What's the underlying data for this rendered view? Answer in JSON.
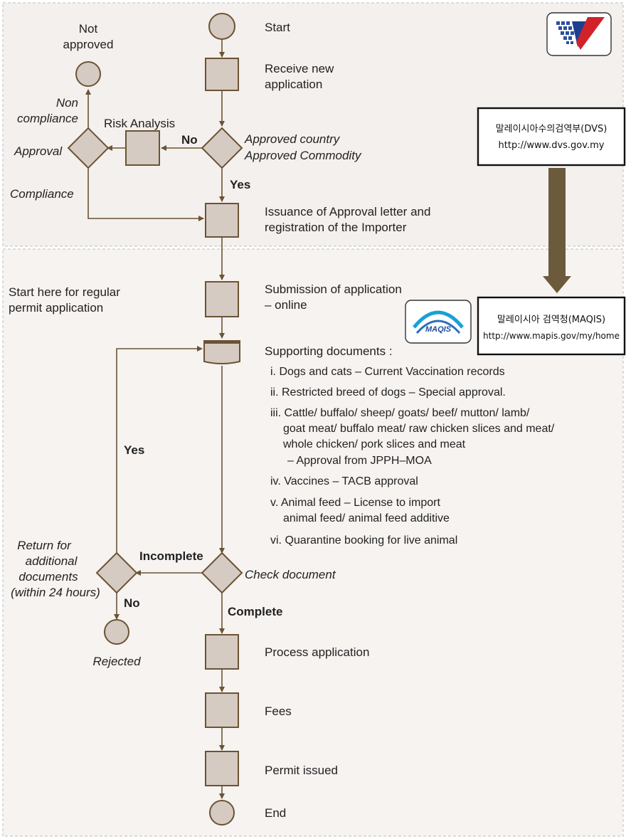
{
  "colors": {
    "node_fill": "#d6cbc2",
    "node_stroke": "#6b5335",
    "arrow": "#6b5335",
    "band_top": "#f4f0ed",
    "band_bottom": "#f6f3f1",
    "big_arrow": "#6b5a3c"
  },
  "flow": {
    "start": "Start",
    "receive": [
      "Receive new",
      "application"
    ],
    "approved_q": [
      "Approved country",
      "Approved Commodity"
    ],
    "risk": "Risk Analysis",
    "approval": "Approval",
    "not_approved": [
      "Not",
      "approved"
    ],
    "non_compliance": [
      "Non",
      "compliance"
    ],
    "compliance": "Compliance",
    "no": "No",
    "yes": "Yes",
    "issuance": [
      "Issuance of Approval letter and",
      "registration of the Importer"
    ],
    "start_regular": [
      "Start here for regular",
      "permit application"
    ],
    "submission": [
      "Submission of application",
      "– online"
    ],
    "supporting": "Supporting documents :",
    "documents": [
      "i.  Dogs and cats  –  Current Vaccination records",
      "ii. Restricted breed of dogs  –  Special approval.",
      "iii. Cattle/ buffalo/ sheep/ goats/ beef/ mutton/ lamb/",
      "goat meat/ buffalo meat/ raw chicken slices and meat/",
      "whole chicken/ pork slices and meat",
      "–  Approval from JPPH–MOA",
      "iv.  Vaccines  –  TACB approval",
      "v. Animal feed  –  License to import",
      "animal feed/ animal feed additive",
      "vi.  Quarantine booking for live animal"
    ],
    "yes_return": "Yes",
    "return_for": [
      "Return for",
      "additional",
      "documents",
      "(within 24 hours)"
    ],
    "incomplete": "Incomplete",
    "check": "Check document",
    "no_reject": "No",
    "rejected": "Rejected",
    "complete": "Complete",
    "process": "Process application",
    "fees": "Fees",
    "permit": "Permit issued",
    "end": "End"
  },
  "agencies": {
    "dvs": {
      "name": "말레이시아수의검역부(DVS)",
      "url": "http://www.dvs.gov.my"
    },
    "maqis": {
      "name": "말레이시아 검역청(MAQIS)",
      "url": "http://www.mapis.gov/my/home",
      "logo_text": "MAQIS"
    }
  }
}
